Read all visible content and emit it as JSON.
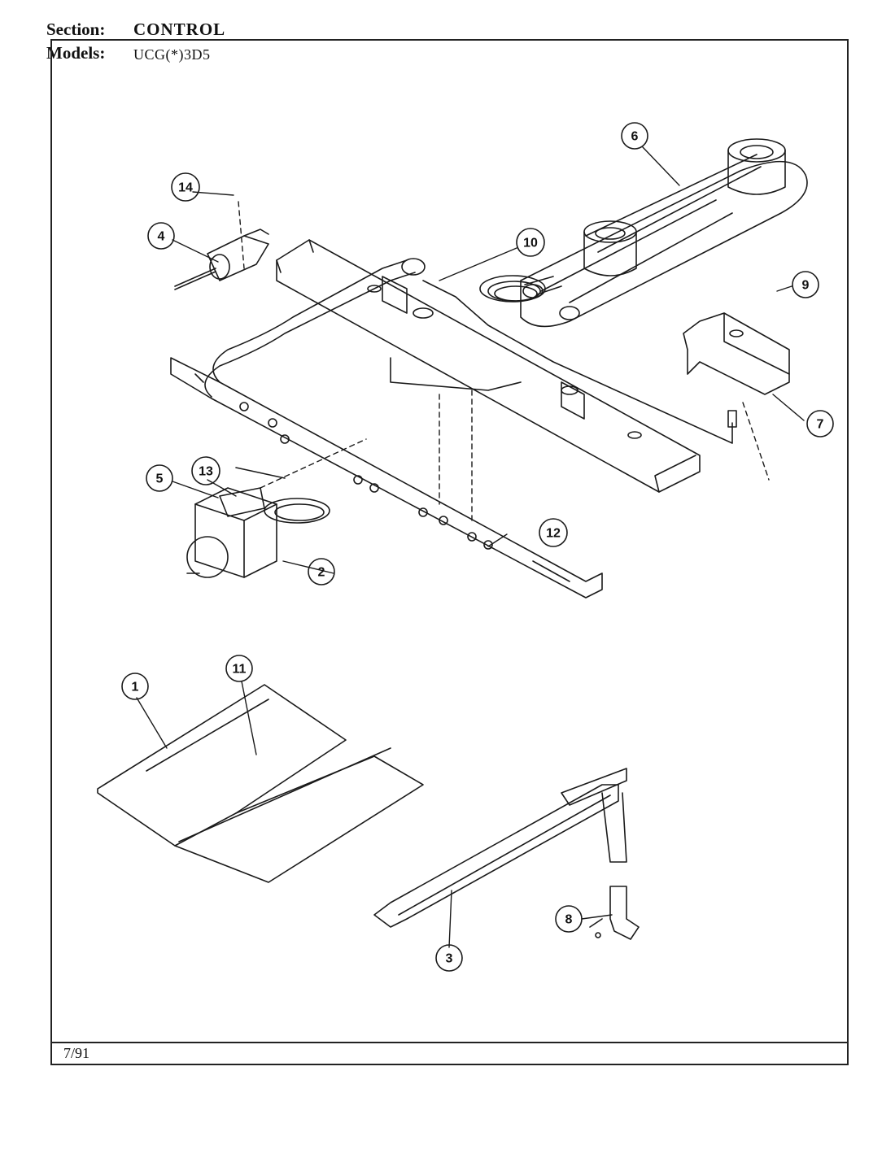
{
  "header": {
    "section_label": "Section:",
    "section_value": "CONTROL",
    "models_label": "Models:",
    "models_value": "UCG(*)3D5"
  },
  "footer": {
    "date": "7/91"
  },
  "callouts": [
    "1",
    "2",
    "3",
    "4",
    "5",
    "6",
    "7",
    "8",
    "9",
    "10",
    "11",
    "12",
    "13",
    "14"
  ]
}
